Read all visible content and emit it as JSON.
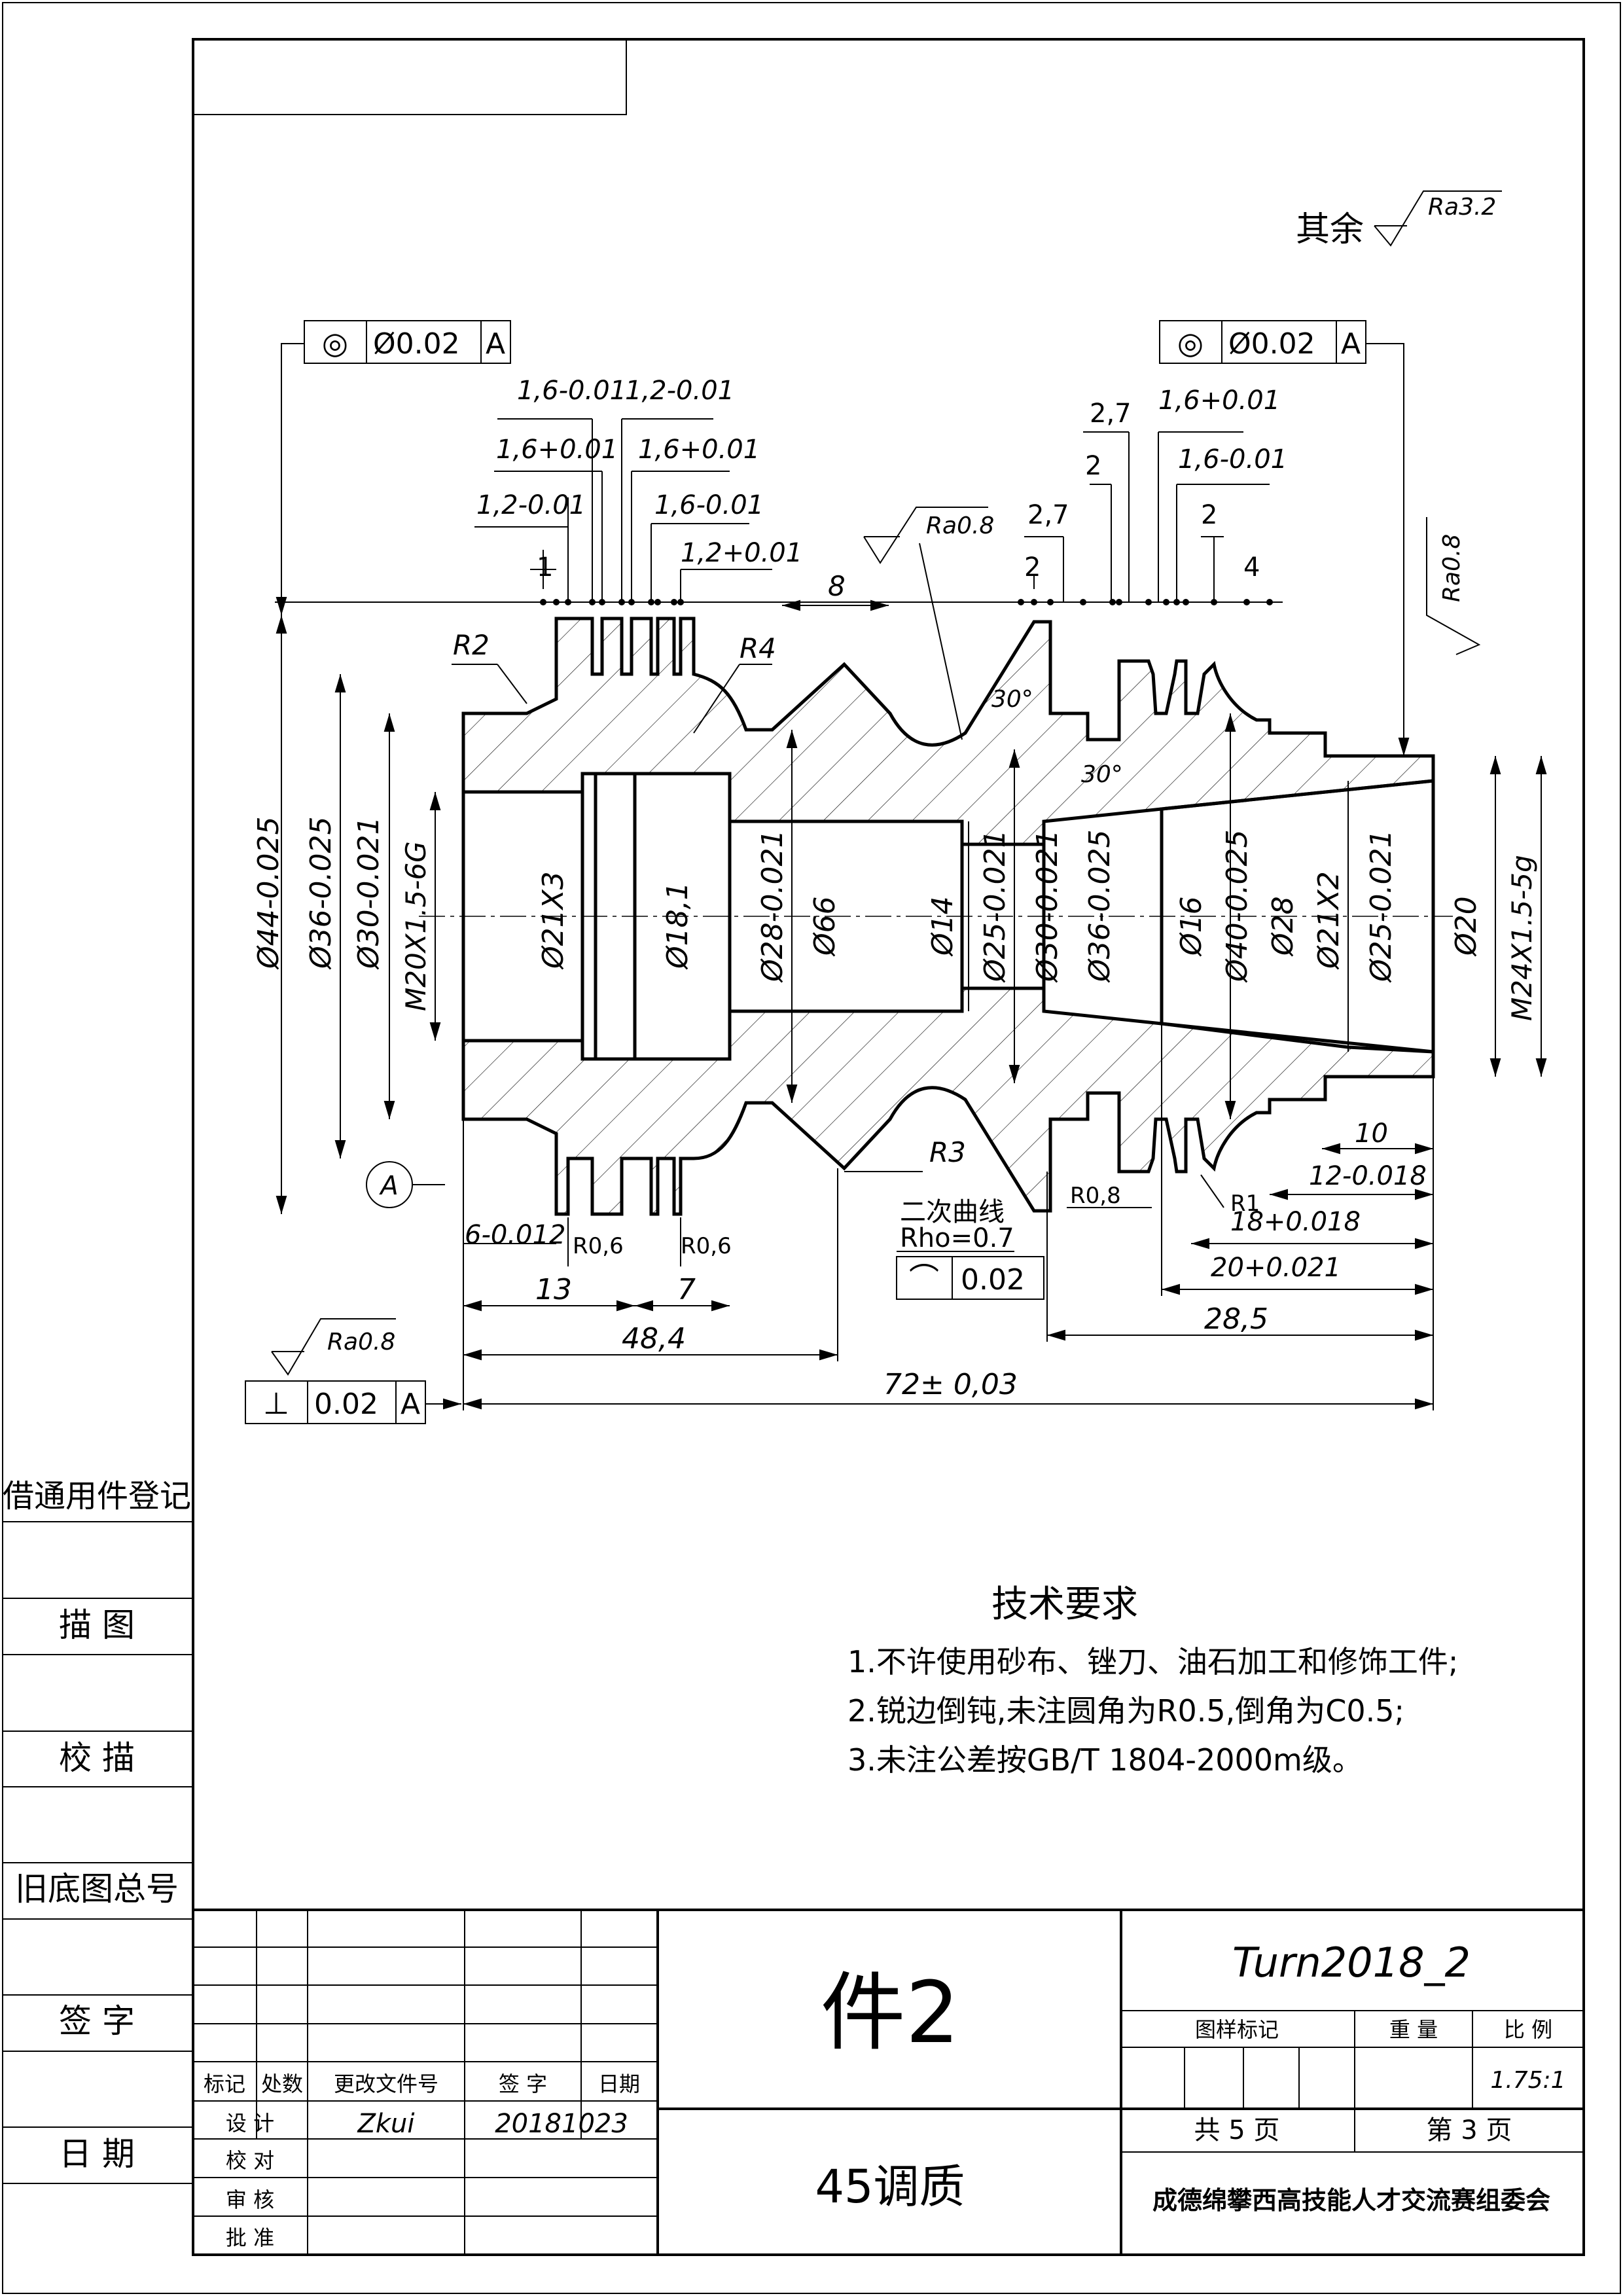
{
  "sheet": {
    "top_note": "其余",
    "top_ra": "Ra3.2"
  },
  "left_margin": {
    "labels": [
      "借通用件登记",
      "描 图",
      "校 描",
      "旧底图总号",
      "签 字",
      "日 期"
    ]
  },
  "geometric_tolerances": {
    "coax_left": {
      "symbol": "◎",
      "value": "Ø0.02",
      "datum": "A"
    },
    "coax_right": {
      "symbol": "◎",
      "value": "Ø0.02",
      "datum": "A"
    },
    "perp": {
      "symbol": "⊥",
      "value": "0.02",
      "datum": "A"
    },
    "profile": {
      "symbol": "⌒",
      "value": "0.02"
    },
    "datum_label": "A"
  },
  "roughness": {
    "top_center": "Ra0.8",
    "right": "Ra0.8",
    "bottom_left": "Ra0.8"
  },
  "dimensions": {
    "top_left": [
      "1,6-0.01",
      "1,2-0.01",
      "1,6+0.01",
      "1,6+0.01",
      "1,2-0.01",
      "1,6-0.01",
      "1,2+0.01",
      "1"
    ],
    "top_right": [
      "2,7",
      "1,6+0.01",
      "2",
      "1,6-0.01",
      "2,7",
      "2",
      "2",
      "4"
    ],
    "mid_top": [
      "8",
      "R4",
      "R2",
      "30°",
      "30°"
    ],
    "diameters": [
      "Ø44-0.025",
      "Ø36-0.025",
      "Ø30-0.021",
      "M20X1.5-6G",
      "Ø21X3",
      "Ø18,1",
      "Ø28-0.021",
      "Ø66",
      "Ø14",
      "Ø25-0.021",
      "Ø30-0.021",
      "Ø36-0.025",
      "Ø16",
      "Ø40-0.025",
      "Ø28",
      "Ø21X2",
      "Ø25-0.021",
      "Ø20",
      "M24X1.5-5g"
    ],
    "bottom": [
      "6-0.012",
      "R0,6",
      "R0,6",
      "13",
      "7",
      "48,4",
      "72± 0,03",
      "R3",
      "R0,8",
      "R1",
      "10",
      "12-0.018",
      "18+0.018",
      "20+0.021",
      "28,5"
    ],
    "curve_note_1": "二次曲线",
    "curve_note_2": "Rho=0.7"
  },
  "tech_requirements": {
    "title": "技术要求",
    "items": [
      "1.不许使用砂布、锉刀、油石加工和修饰工件;",
      "2.锐边倒钝,未注圆角为R0.5,倒角为C0.5;",
      "3.未注公差按GB/T 1804-2000m级。"
    ]
  },
  "title_block": {
    "part_name": "件2",
    "material": "45调质",
    "drawing_no": "Turn2018_2",
    "headers": [
      "标记",
      "处数",
      "更改文件号",
      "签 字",
      "日期"
    ],
    "roles": [
      "设 计",
      "校 对",
      "审 核",
      "批 准"
    ],
    "designer": "Zkui",
    "design_date": "20181023",
    "sample_mark": "图样标记",
    "weight": "重 量",
    "scale_label": "比 例",
    "scale": "1.75:1",
    "sheets_total": "共 5 页",
    "sheet_no": "第 3 页",
    "organization": "成德绵攀西高技能人才交流赛组委会"
  }
}
